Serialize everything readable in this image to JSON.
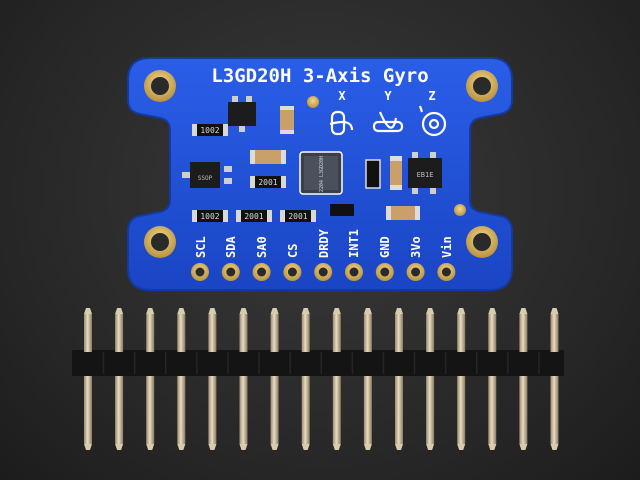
{
  "board": {
    "title": "L3GD20H 3-Axis Gyro",
    "axes": [
      "X",
      "Y",
      "Z"
    ],
    "pins": [
      "SCL",
      "SDA",
      "SA0",
      "CS",
      "DRDY",
      "INT1",
      "GND",
      "3Vo",
      "Vin"
    ],
    "resistor_codes": [
      "1002",
      "1002",
      "2001",
      "2001",
      "2001"
    ],
    "chip_marking": "2204 L3GD20H",
    "regulator_marking": "SSOP",
    "ic_marking": "EB1E"
  },
  "colors": {
    "pcb": "#1f4fd6",
    "pcb_edge": "#183fb0",
    "gold": "#d9b25a",
    "silk": "#ffffff"
  },
  "header": {
    "pin_count": 16
  }
}
